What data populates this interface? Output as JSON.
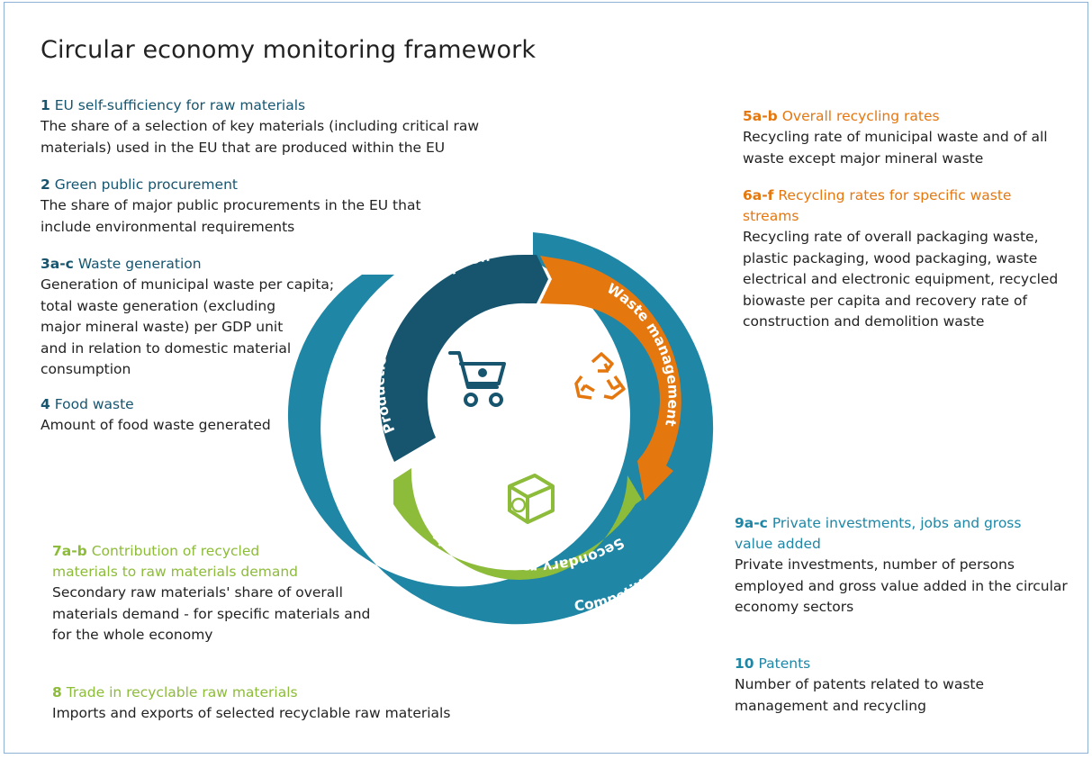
{
  "title": "Circular economy monitoring framework",
  "colors": {
    "dark_blue": "#17556f",
    "orange": "#e5770f",
    "green": "#8dbb3a",
    "teal": "#1f86a5"
  },
  "cycle": {
    "production": "Production and consumption",
    "waste": "Waste management",
    "secondary": "Secondary raw materials",
    "competitiveness": "Competitiveness and innovation"
  },
  "icons": [
    "shopping-cart-icon",
    "recycle-icon",
    "recycled-box-icon"
  ],
  "indicators": {
    "i1": {
      "num": "1",
      "label": "EU self-sufficiency for raw materials",
      "lines": [
        "The share of a selection of key materials (including critical raw",
        "materials) used in the EU that are produced within the EU"
      ]
    },
    "i2": {
      "num": "2",
      "label": "Green public procurement",
      "lines": [
        "The share of major public procurements in the EU that",
        "include environmental requirements"
      ]
    },
    "i3": {
      "num": "3a-c",
      "label": "Waste generation",
      "lines": [
        "Generation of municipal waste per capita;",
        "total waste generation (excluding",
        "major mineral waste) per GDP unit",
        "and in relation to domestic material",
        "consumption"
      ]
    },
    "i4": {
      "num": "4",
      "label": "Food waste",
      "lines": [
        "Amount of food waste generated"
      ]
    },
    "i5": {
      "num": "5a-b",
      "label": "Overall recycling rates",
      "lines": [
        "Recycling rate of municipal waste and of all",
        "waste except major mineral waste"
      ]
    },
    "i6": {
      "num": "6a-f",
      "label_lines": [
        "Recycling rates for specific waste",
        "streams"
      ],
      "lines": [
        "Recycling rate of overall packaging waste,",
        "plastic packaging, wood packaging, waste",
        "electrical and electronic equipment, recycled",
        "biowaste per capita and recovery rate of",
        "construction and demolition waste"
      ]
    },
    "i7": {
      "num": "7a-b",
      "label_lines": [
        "Contribution of recycled",
        "materials to raw materials demand"
      ],
      "lines": [
        "Secondary raw materials' share of overall",
        "materials demand - for specific materials and",
        "for the whole economy"
      ]
    },
    "i8": {
      "num": "8",
      "label": "Trade in recyclable raw materials",
      "lines": [
        "Imports and exports of selected recyclable raw materials"
      ]
    },
    "i9": {
      "num": "9a-c",
      "label_lines": [
        "Private investments, jobs and gross",
        "value added"
      ],
      "lines": [
        "Private investments, number of persons",
        "employed and gross value added in the circular",
        "economy sectors"
      ]
    },
    "i10": {
      "num": "10",
      "label": "Patents",
      "lines": [
        "Number of patents related to waste",
        "management and recycling"
      ]
    }
  }
}
